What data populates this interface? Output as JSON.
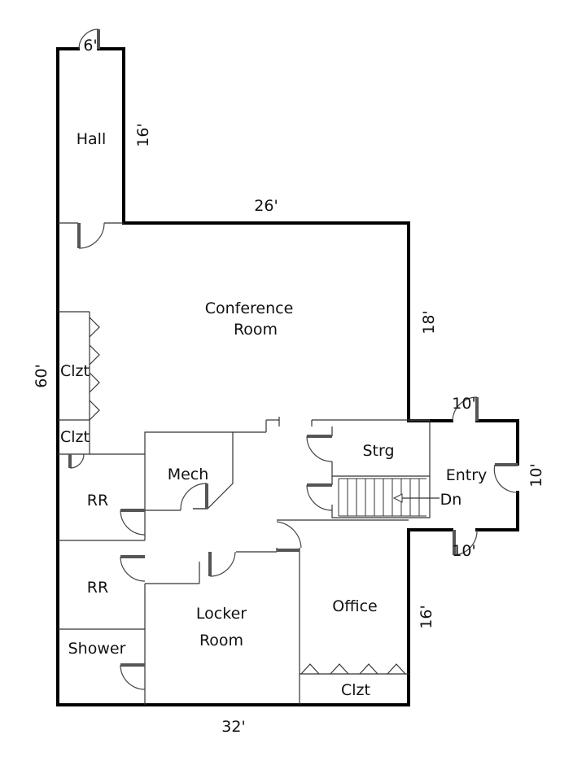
{
  "rooms": {
    "hall": "Hall",
    "conference_1": "Conference",
    "conference_2": "Room",
    "clzt_1": "Clzt",
    "clzt_2": "Clzt",
    "mech": "Mech",
    "strg": "Strg",
    "entry": "Entry",
    "rr_1": "RR",
    "rr_2": "RR",
    "locker_1": "Locker",
    "locker_2": "Room",
    "office": "Office",
    "shower": "Shower",
    "clzt_3": "Clzt",
    "stairs": "Dn"
  },
  "dimensions": {
    "hall_width": "6'",
    "hall_length": "16'",
    "conference_width": "26'",
    "conference_depth": "18'",
    "overall_depth": "60'",
    "entry_top": "10'",
    "entry_depth": "10'",
    "entry_bottom": "10'",
    "office_depth": "16'",
    "overall_width": "32'"
  }
}
